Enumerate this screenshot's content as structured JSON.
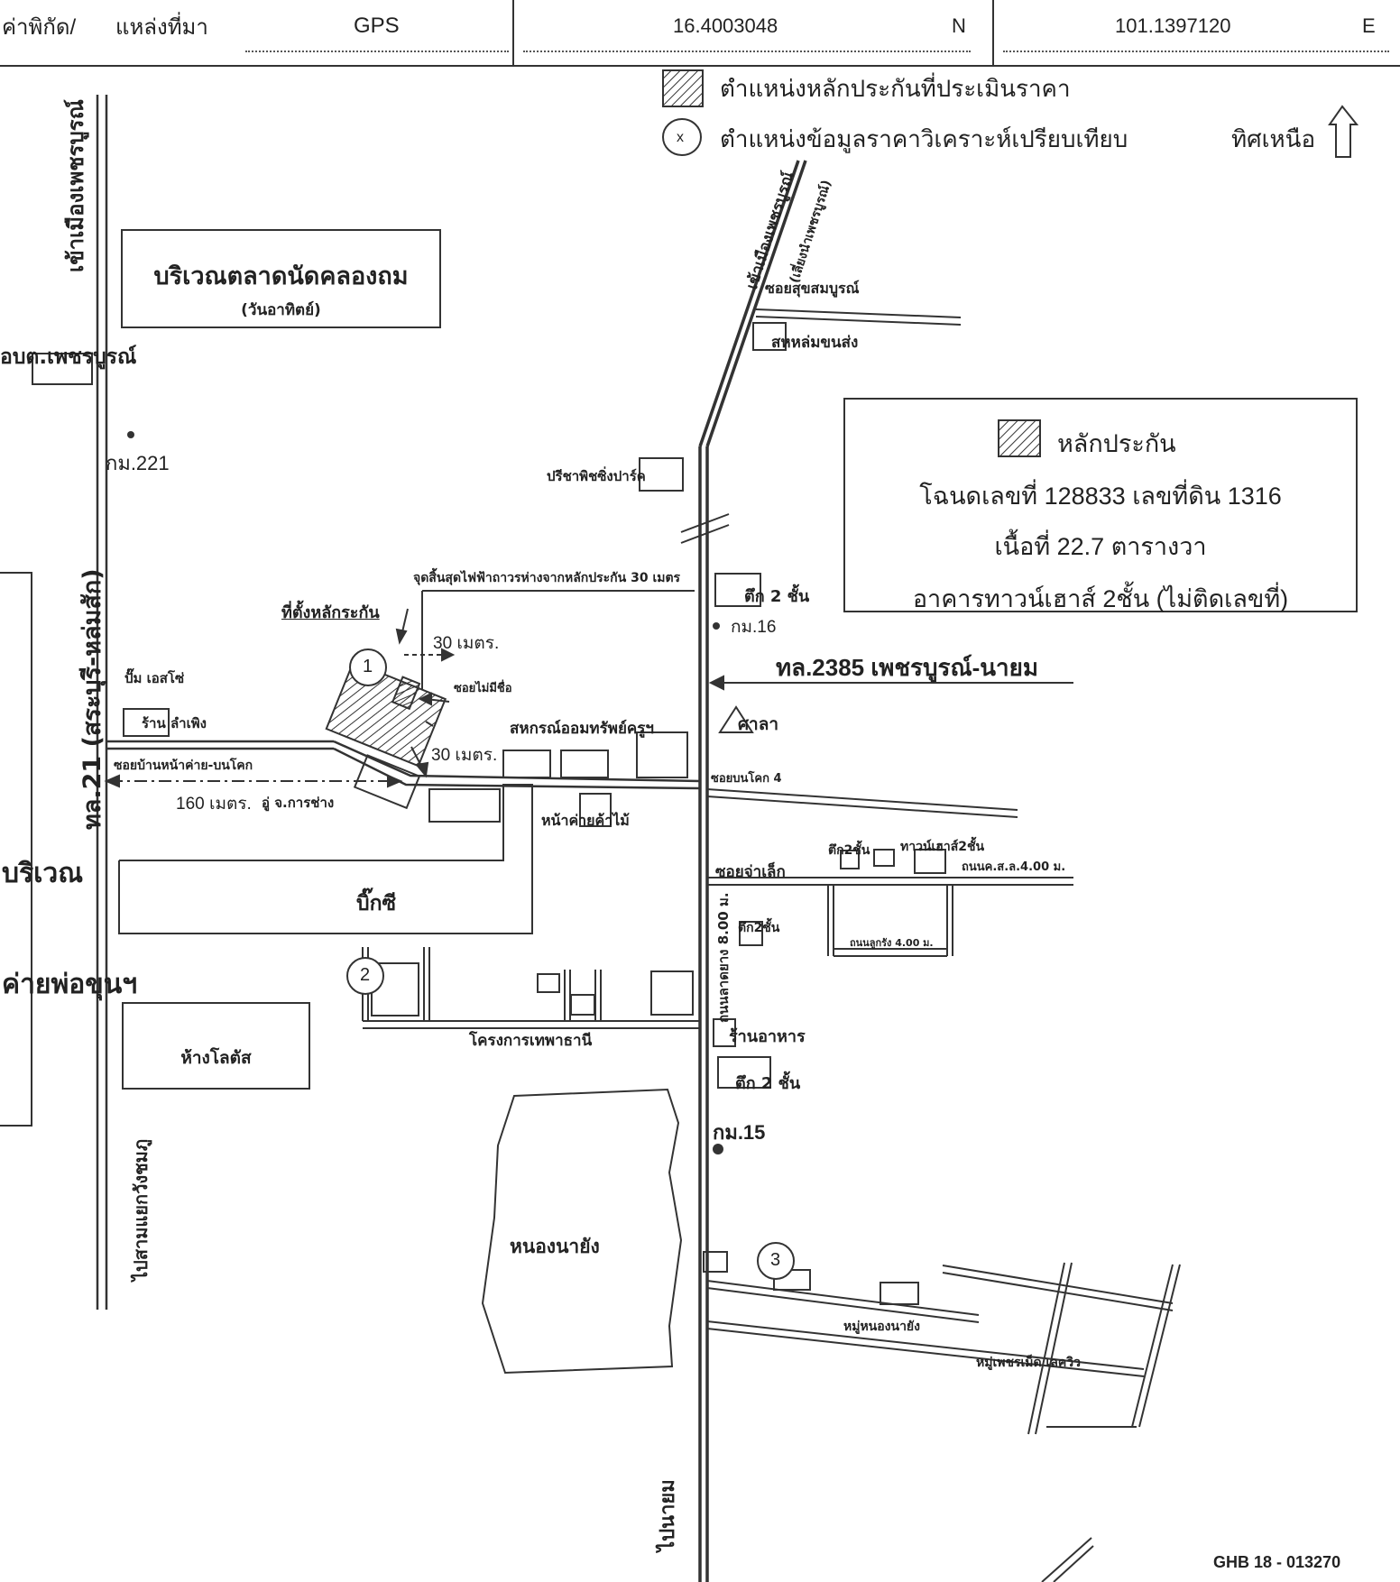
{
  "header": {
    "coord_label": "ค่าพิกัด/",
    "source_label": "แหล่งที่มา",
    "source_value": "GPS",
    "lat_value": "16.4003048",
    "lat_dir": "N",
    "lon_value": "101.1397120",
    "lon_dir": "E"
  },
  "legend": {
    "collateral_position": "ตำแหน่งหลักประกันที่ประเมินราคา",
    "comparable_position": "ตำแหน่งข้อมูลราคาวิเคราะห์เปรียบเทียบ",
    "comparable_symbol": "x",
    "north_label": "ทิศเหนือ"
  },
  "info_box": {
    "title": "หลักประกัน",
    "deed": "โฉนดเลขที่ 128833 เลขที่ดิน 1316",
    "area": "เนื้อที่ 22.7 ตารางวา",
    "building": "อาคารทาวน์เฮาส์ 2ชั้น (ไม่ติดเลขที่)"
  },
  "labels": {
    "road_left_north": "เข้าเมืองเพชรบูรณ์",
    "market": "บริเวณตลาดนัดคลองถม",
    "market_sub": "(วันอาทิตย์)",
    "sao": "อบต.เพชรบูรณ์",
    "km221": "กม.221",
    "hwy21": "ทล.21 (สระบุรี-หล่มสัก)",
    "camp_area": "บริเวณ",
    "camp_name": "ค่ายพ่อขุนฯ",
    "pump": "ปั๊ม เอสโซ่",
    "shop_lamphueng": "ร้าน ลำเพิง",
    "soi_camp": "ซอยบ้านหน้าค่าย-บนโคก",
    "dist_160": "160 เมตร.",
    "garage": "อู่ จ.การช่าง",
    "collateral_site": "ที่ตั้งหลักระกัน",
    "dist_30a": "30 เมตร.",
    "dist_30b": "30 เมตร.",
    "soi_no_name": "ซอยไม่มีชื่อ",
    "pole_note": "จุดสิ้นสุดไฟฟ้าถาวรห่างจากหลักประกัน 30 เมตร",
    "coop": "สหกรณ์ออมทรัพย์ครูฯ",
    "timber": "หน้าค่ายค้าไม้",
    "bigc": "บิ๊กซี",
    "lotus": "ห้างโลตัส",
    "wangchomphu": "ไปสามแยกวังชมภู",
    "thephathani": "โครงการเทพาธานี",
    "pond": "หนองนายัง",
    "road_right_north_a": "เข้าเมืองเพชรบูรณ์",
    "road_right_north_b": "(เลี่ยงนำเพชรบูรณ์)",
    "soi_suksomboon": "ซอยสุขสมบูรณ์",
    "transport": "สหหล่มขนส่ง",
    "pricha_park": "ปรีชาพิชซิ่งปาร์ค",
    "bldg2a": "ตึก 2 ชั้น",
    "km16": "กม.16",
    "hwy2385": "ทล.2385 เพชรบูรณ์-นายม",
    "sala": "ศาลา",
    "soi_bonkhok4": "ซอยบนโคก 4",
    "bldg2b": "ตึก2ชั้น",
    "townhouse2": "ทาวน์เฮาส์2ชั้น",
    "road_4m": "ถนนค.ส.ล.4.00 ม.",
    "soi_jalek": "ซอยจ่าเล็ก",
    "road_8m": "ถนนลาดยาง 8.00 ม.",
    "bldg2c": "ตึก2ชั้น",
    "road_gravel": "ถนนลูกรัง 4.00 ม.",
    "restaurant": "ร้านอาหาร",
    "bldg2d": "ตึก 2 ชั้น",
    "km15": "กม.15",
    "village_nongnayang": "หมู่หนองนายัง",
    "village_phet": "หมู่เพชรเม็ด เลควิว",
    "to_nayom": "ไปนายม",
    "ref_no": "GHB 18 - 013270",
    "marker1": "1",
    "marker2": "2",
    "marker3": "3"
  }
}
